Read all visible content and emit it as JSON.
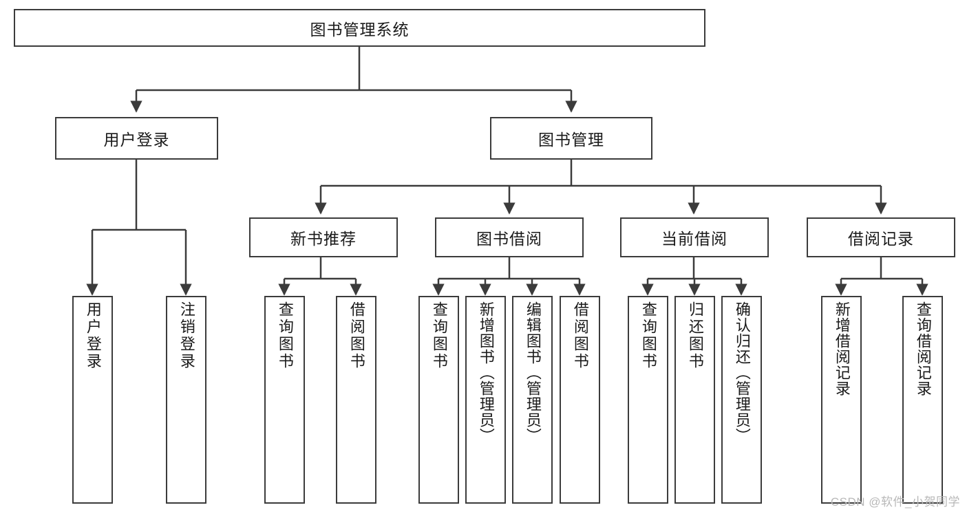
{
  "diagram": {
    "type": "hierarchy-tree",
    "title_node": {
      "label": "图书管理系统"
    },
    "level2": [
      {
        "id": "user-login",
        "label": "用户登录"
      },
      {
        "id": "book-management",
        "label": "图书管理"
      }
    ],
    "level3": [
      {
        "id": "new-book-recommend",
        "label": "新书推荐"
      },
      {
        "id": "book-borrow",
        "label": "图书借阅"
      },
      {
        "id": "current-borrow",
        "label": "当前借阅"
      },
      {
        "id": "borrow-record",
        "label": "借阅记录"
      }
    ],
    "leaves": [
      {
        "id": "leaf-user-login",
        "label": "用户登录",
        "parent": "user-login"
      },
      {
        "id": "leaf-logout-login",
        "label": "注销登录",
        "parent": "user-login"
      },
      {
        "id": "leaf-query-book-1",
        "label": "查询图书",
        "parent": "new-book-recommend"
      },
      {
        "id": "leaf-borrow-book-1",
        "label": "借阅图书",
        "parent": "new-book-recommend"
      },
      {
        "id": "leaf-query-book-2",
        "label": "查询图书",
        "parent": "book-borrow"
      },
      {
        "id": "leaf-add-book",
        "label": "新增图书（管理员）",
        "parent": "book-borrow"
      },
      {
        "id": "leaf-edit-book",
        "label": "编辑图书（管理员）",
        "parent": "book-borrow"
      },
      {
        "id": "leaf-borrow-book-2",
        "label": "借阅图书",
        "parent": "book-borrow"
      },
      {
        "id": "leaf-query-book-3",
        "label": "查询图书",
        "parent": "current-borrow"
      },
      {
        "id": "leaf-return-book",
        "label": "归还图书",
        "parent": "current-borrow"
      },
      {
        "id": "leaf-confirm-return",
        "label": "确认归还（管理员）",
        "parent": "current-borrow"
      },
      {
        "id": "leaf-add-record",
        "label": "新增借阅记录",
        "parent": "borrow-record"
      },
      {
        "id": "leaf-query-record",
        "label": "查询借阅记录",
        "parent": "borrow-record"
      }
    ]
  },
  "watermark": {
    "text": "CSDN @软件_小贺同学"
  },
  "colors": {
    "border": "#3b3b3b",
    "background": "#ffffff",
    "text": "#1a1a1a",
    "connector": "#3b3b3b",
    "watermark": "#b8b8b8"
  }
}
